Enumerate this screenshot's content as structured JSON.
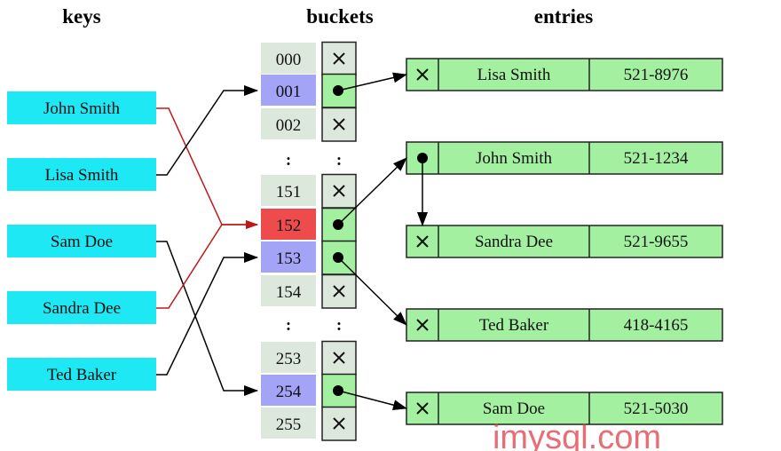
{
  "headers": {
    "keys": "keys",
    "buckets": "buckets",
    "entries": "entries"
  },
  "keys": [
    "John Smith",
    "Lisa Smith",
    "Sam Doe",
    "Sandra Dee",
    "Ted Baker"
  ],
  "buckets": [
    {
      "index": "000",
      "slot": "empty"
    },
    {
      "index": "001",
      "slot": "pointer",
      "highlight": "blue"
    },
    {
      "index": "002",
      "slot": "empty"
    },
    {
      "index": ":",
      "slot": "ellipsis"
    },
    {
      "index": "151",
      "slot": "empty"
    },
    {
      "index": "152",
      "slot": "pointer",
      "highlight": "red"
    },
    {
      "index": "153",
      "slot": "pointer",
      "highlight": "blue"
    },
    {
      "index": "154",
      "slot": "empty"
    },
    {
      "index": ":",
      "slot": "ellipsis"
    },
    {
      "index": "253",
      "slot": "empty"
    },
    {
      "index": "254",
      "slot": "pointer",
      "highlight": "blue"
    },
    {
      "index": "255",
      "slot": "empty"
    }
  ],
  "entries": [
    {
      "name": "Lisa Smith",
      "phone": "521-8976",
      "next": "empty"
    },
    {
      "name": "John Smith",
      "phone": "521-1234",
      "next": "pointer"
    },
    {
      "name": "Sandra Dee",
      "phone": "521-9655",
      "next": "empty"
    },
    {
      "name": "Ted Baker",
      "phone": "418-4165",
      "next": "empty"
    },
    {
      "name": "Sam Doe",
      "phone": "521-5030",
      "next": "empty"
    }
  ],
  "key_to_bucket": [
    {
      "key": "John Smith",
      "bucket": "152",
      "collision": true
    },
    {
      "key": "Lisa Smith",
      "bucket": "001",
      "collision": false
    },
    {
      "key": "Sam Doe",
      "bucket": "254",
      "collision": false
    },
    {
      "key": "Sandra Dee",
      "bucket": "152",
      "collision": true
    },
    {
      "key": "Ted Baker",
      "bucket": "153",
      "collision": false
    }
  ],
  "bucket_to_entry": [
    {
      "bucket": "001",
      "entry": "Lisa Smith"
    },
    {
      "bucket": "152",
      "entry": "John Smith"
    },
    {
      "bucket": "153",
      "entry": "Ted Baker"
    },
    {
      "bucket": "254",
      "entry": "Sam Doe"
    }
  ],
  "chain": [
    {
      "from": "John Smith",
      "to": "Sandra Dee"
    }
  ],
  "watermark": "imysql.com",
  "colors": {
    "key": "#1ee8f4",
    "cell": "#dde8dc",
    "green": "#a3f0a0",
    "blue": "#a4a4f6",
    "red": "#ee4c4c",
    "collision": "#c01818"
  }
}
